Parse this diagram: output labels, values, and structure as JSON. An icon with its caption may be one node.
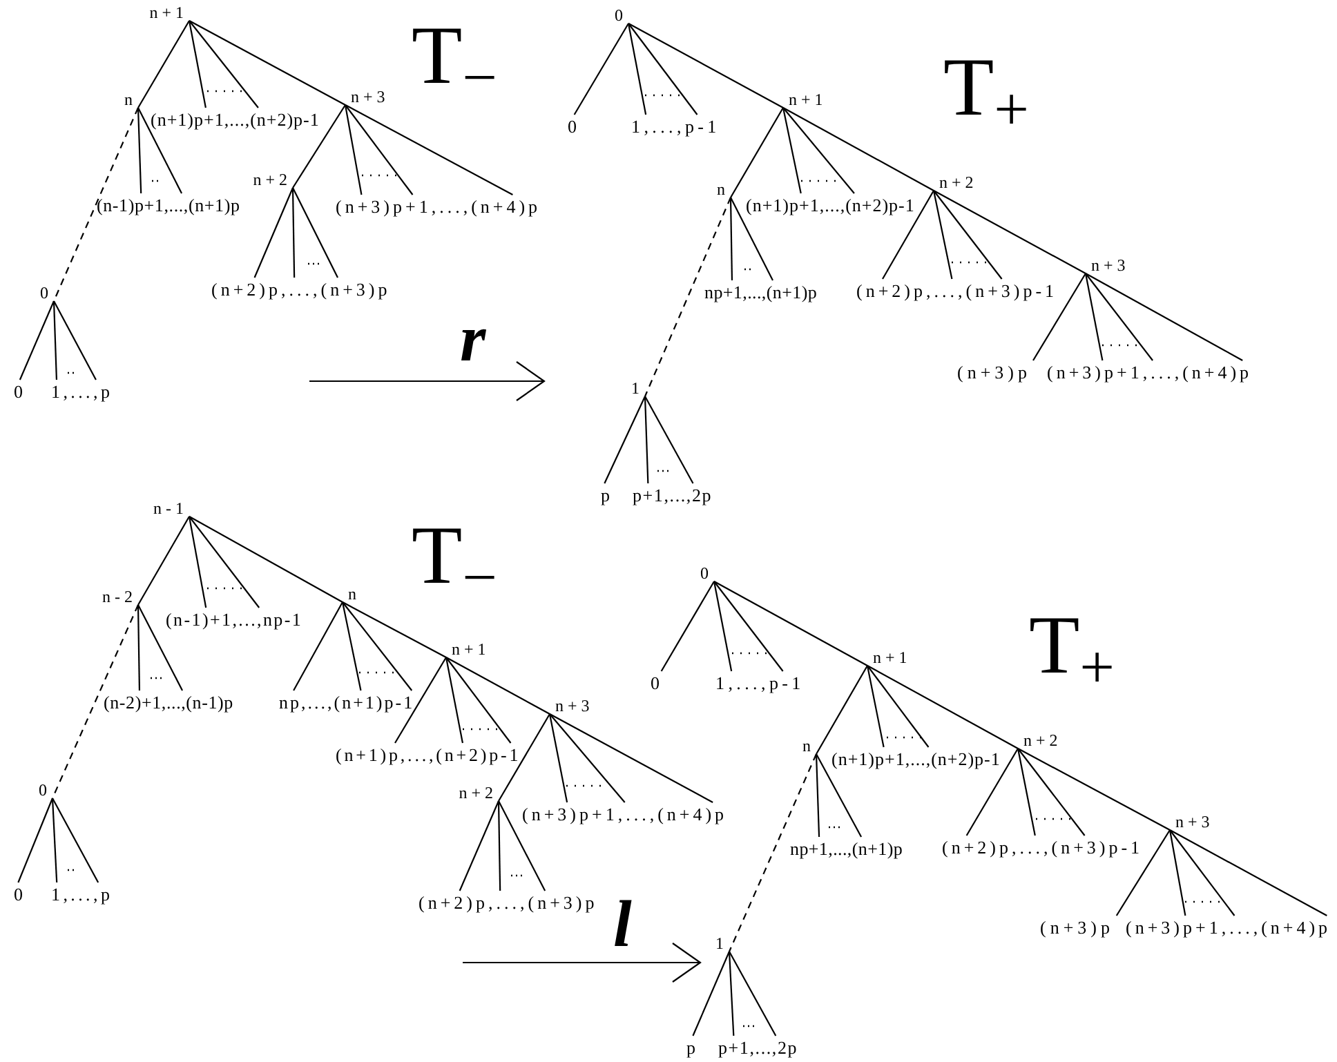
{
  "diagram": {
    "nodes": [
      {
        "text": [
          "n + 1"
        ]
      },
      {
        "text": [
          "n"
        ]
      },
      {
        "text": [
          "(n+1)p+1,...,(n+2)p-1"
        ]
      },
      {
        "text": [
          "n + 3"
        ]
      },
      {
        "text": [
          "(n-1)p+1,...,(n+1)p"
        ]
      },
      {
        "text": [
          "n + 2"
        ]
      },
      {
        "text": [
          "(n+3)p+1,...,(n+4)p"
        ]
      },
      {
        "text": [
          "0"
        ]
      },
      {
        "text": [
          "(n+2)p,...,(n+3)p"
        ]
      },
      {
        "text": [
          "0"
        ]
      },
      {
        "text": [
          "1,...,p"
        ]
      },
      {
        "text": [
          "0"
        ]
      },
      {
        "text": [
          "0"
        ]
      },
      {
        "text": [
          "1,...,p-1"
        ]
      },
      {
        "text": [
          "n + 1"
        ]
      },
      {
        "text": [
          "n"
        ]
      },
      {
        "text": [
          "(n+1)p+1,...,(n+2)p-1"
        ]
      },
      {
        "text": [
          "n + 2"
        ]
      },
      {
        "text": [
          "np+1,...,(n+1)p"
        ]
      },
      {
        "text": [
          "1"
        ]
      },
      {
        "text": [
          "(n+2)p,...,(n+3)p-1"
        ]
      },
      {
        "text": [
          "n + 3"
        ]
      },
      {
        "text": [
          "p"
        ]
      },
      {
        "text": [
          "p+1,...,2p"
        ]
      },
      {
        "text": [
          "(n+3)p"
        ]
      },
      {
        "text": [
          "(n+3)p+1,...,(n+4)p"
        ]
      },
      {
        "text": [
          "n - 1"
        ]
      },
      {
        "text": [
          "n - 2"
        ]
      },
      {
        "text": [
          "(n-1)+1,...,np-1"
        ]
      },
      {
        "text": [
          "n"
        ]
      },
      {
        "text": [
          "(n-2)+1,...,(n-1)p"
        ]
      },
      {
        "text": [
          "np,...,(n+1)p-1"
        ]
      },
      {
        "text": [
          "n + 1"
        ]
      },
      {
        "text": [
          "0"
        ]
      },
      {
        "text": [
          "(n+1)p,...,(n+2)p-1"
        ]
      },
      {
        "text": [
          "n + 3"
        ]
      },
      {
        "text": [
          "n + 2"
        ]
      },
      {
        "text": [
          "(n+3)p+1,...,(n+4)p"
        ]
      },
      {
        "text": [
          "0"
        ]
      },
      {
        "text": [
          "1,...,p"
        ]
      },
      {
        "text": [
          "(n+2)p,...,(n+3)p"
        ]
      },
      {
        "text": [
          "0"
        ]
      },
      {
        "text": [
          "0"
        ]
      },
      {
        "text": [
          "1,...,p-1"
        ]
      },
      {
        "text": [
          "n + 1"
        ]
      },
      {
        "text": [
          "n"
        ]
      },
      {
        "text": [
          "(n+1)p+1,...,(n+2)p-1"
        ]
      },
      {
        "text": [
          "n + 2"
        ]
      },
      {
        "text": [
          "np+1,...,(n+1)p"
        ]
      },
      {
        "text": [
          "1"
        ]
      },
      {
        "text": [
          "(n+2)p,...,(n+3)p-1"
        ]
      },
      {
        "text": [
          "n + 3"
        ]
      },
      {
        "text": [
          "p"
        ]
      },
      {
        "text": [
          "p+1,...,2p"
        ]
      },
      {
        "text": [
          "(n+3)p"
        ]
      },
      {
        "text": [
          "(n+3)p+1,...,(n+4)p"
        ]
      }
    ],
    "edges": [
      {
        "from": 0,
        "to": 1,
        "arrow": "none"
      },
      {
        "from": 0,
        "to": 2,
        "arrow": "none"
      },
      {
        "from": 0,
        "to": 2,
        "arrow": "none"
      },
      {
        "from": 0,
        "to": 3,
        "arrow": "none"
      },
      {
        "from": 1,
        "to": 4,
        "arrow": "none"
      },
      {
        "from": 1,
        "to": 4,
        "arrow": "none"
      },
      {
        "from": 1,
        "to": 7,
        "arrow": "none",
        "style": "dashed"
      },
      {
        "from": 3,
        "to": 5,
        "arrow": "none"
      },
      {
        "from": 3,
        "to": 6,
        "arrow": "none"
      },
      {
        "from": 3,
        "to": 6,
        "arrow": "none"
      },
      {
        "from": 3,
        "to": 6,
        "arrow": "none"
      },
      {
        "from": 5,
        "to": 8,
        "arrow": "none"
      },
      {
        "from": 5,
        "to": 8,
        "arrow": "none"
      },
      {
        "from": 5,
        "to": 8,
        "arrow": "none"
      },
      {
        "from": 7,
        "to": 9,
        "arrow": "none"
      },
      {
        "from": 7,
        "to": 10,
        "arrow": "none"
      },
      {
        "from": 7,
        "to": 10,
        "arrow": "none"
      },
      {
        "from": 11,
        "to": 12,
        "arrow": "none"
      },
      {
        "from": 11,
        "to": 13,
        "arrow": "none"
      },
      {
        "from": 11,
        "to": 13,
        "arrow": "none"
      },
      {
        "from": 11,
        "to": 14,
        "arrow": "none"
      },
      {
        "from": 14,
        "to": 15,
        "arrow": "none"
      },
      {
        "from": 14,
        "to": 16,
        "arrow": "none"
      },
      {
        "from": 14,
        "to": 16,
        "arrow": "none"
      },
      {
        "from": 14,
        "to": 17,
        "arrow": "none"
      },
      {
        "from": 15,
        "to": 18,
        "arrow": "none"
      },
      {
        "from": 15,
        "to": 18,
        "arrow": "none"
      },
      {
        "from": 15,
        "to": 19,
        "arrow": "none",
        "style": "dashed"
      },
      {
        "from": 17,
        "to": 20,
        "arrow": "none"
      },
      {
        "from": 17,
        "to": 20,
        "arrow": "none"
      },
      {
        "from": 17,
        "to": 20,
        "arrow": "none"
      },
      {
        "from": 17,
        "to": 21,
        "arrow": "none"
      },
      {
        "from": 19,
        "to": 22,
        "arrow": "none"
      },
      {
        "from": 19,
        "to": 23,
        "arrow": "none"
      },
      {
        "from": 19,
        "to": 23,
        "arrow": "none"
      },
      {
        "from": 21,
        "to": 24,
        "arrow": "none"
      },
      {
        "from": 21,
        "to": 25,
        "arrow": "none"
      },
      {
        "from": 21,
        "to": 25,
        "arrow": "none"
      },
      {
        "from": 21,
        "to": 25,
        "arrow": "none"
      },
      {
        "from": 26,
        "to": 27,
        "arrow": "none"
      },
      {
        "from": 26,
        "to": 28,
        "arrow": "none"
      },
      {
        "from": 26,
        "to": 28,
        "arrow": "none"
      },
      {
        "from": 26,
        "to": 29,
        "arrow": "none"
      },
      {
        "from": 27,
        "to": 30,
        "arrow": "none"
      },
      {
        "from": 27,
        "to": 30,
        "arrow": "none"
      },
      {
        "from": 27,
        "to": 33,
        "arrow": "none",
        "style": "dashed"
      },
      {
        "from": 29,
        "to": 31,
        "arrow": "none"
      },
      {
        "from": 29,
        "to": 31,
        "arrow": "none"
      },
      {
        "from": 29,
        "to": 31,
        "arrow": "none"
      },
      {
        "from": 29,
        "to": 32,
        "arrow": "none"
      },
      {
        "from": 32,
        "to": 34,
        "arrow": "none"
      },
      {
        "from": 32,
        "to": 34,
        "arrow": "none"
      },
      {
        "from": 32,
        "to": 34,
        "arrow": "none"
      },
      {
        "from": 32,
        "to": 35,
        "arrow": "none"
      },
      {
        "from": 35,
        "to": 36,
        "arrow": "none"
      },
      {
        "from": 35,
        "to": 37,
        "arrow": "none"
      },
      {
        "from": 35,
        "to": 37,
        "arrow": "none"
      },
      {
        "from": 35,
        "to": 37,
        "arrow": "none"
      },
      {
        "from": 33,
        "to": 38,
        "arrow": "none"
      },
      {
        "from": 33,
        "to": 39,
        "arrow": "none"
      },
      {
        "from": 33,
        "to": 39,
        "arrow": "none"
      },
      {
        "from": 36,
        "to": 40,
        "arrow": "none"
      },
      {
        "from": 36,
        "to": 40,
        "arrow": "none"
      },
      {
        "from": 36,
        "to": 40,
        "arrow": "none"
      },
      {
        "from": 41,
        "to": 42,
        "arrow": "none"
      },
      {
        "from": 41,
        "to": 43,
        "arrow": "none"
      },
      {
        "from": 41,
        "to": 43,
        "arrow": "none"
      },
      {
        "from": 41,
        "to": 44,
        "arrow": "none"
      },
      {
        "from": 44,
        "to": 45,
        "arrow": "none"
      },
      {
        "from": 44,
        "to": 46,
        "arrow": "none"
      },
      {
        "from": 44,
        "to": 46,
        "arrow": "none"
      },
      {
        "from": 44,
        "to": 47,
        "arrow": "none"
      },
      {
        "from": 45,
        "to": 48,
        "arrow": "none"
      },
      {
        "from": 45,
        "to": 48,
        "arrow": "none"
      },
      {
        "from": 45,
        "to": 49,
        "arrow": "none",
        "style": "dashed"
      },
      {
        "from": 47,
        "to": 50,
        "arrow": "none"
      },
      {
        "from": 47,
        "to": 50,
        "arrow": "none"
      },
      {
        "from": 47,
        "to": 50,
        "arrow": "none"
      },
      {
        "from": 47,
        "to": 51,
        "arrow": "none"
      },
      {
        "from": 49,
        "to": 52,
        "arrow": "none"
      },
      {
        "from": 49,
        "to": 53,
        "arrow": "none"
      },
      {
        "from": 49,
        "to": 53,
        "arrow": "none"
      },
      {
        "from": 51,
        "to": 54,
        "arrow": "none"
      },
      {
        "from": 51,
        "to": 55,
        "arrow": "none"
      },
      {
        "from": 51,
        "to": 55,
        "arrow": "none"
      },
      {
        "from": 51,
        "to": 55,
        "arrow": "none"
      }
    ],
    "labels": [
      "T$_{−}$",
      "T$_{+}$",
      "r",
      "T$_{−}$",
      "T$_{+}$",
      "l"
    ]
  }
}
